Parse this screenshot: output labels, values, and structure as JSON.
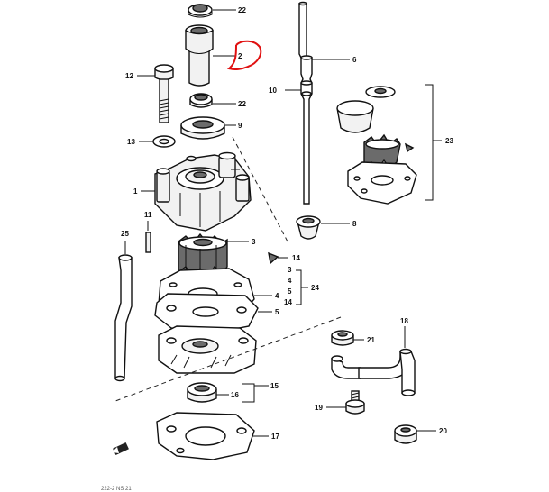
{
  "labels": {
    "p1": "1",
    "p2": "2",
    "p3": "3",
    "p3b": "3",
    "p4": "4",
    "p4b": "4",
    "p5": "5",
    "p5b": "5",
    "p6": "6",
    "p8": "8",
    "p9": "9",
    "p10": "10",
    "p11": "11",
    "p12": "12",
    "p13": "13",
    "p14": "14",
    "p14b": "14",
    "p15": "15",
    "p16": "16",
    "p17": "17",
    "p18": "18",
    "p19": "19",
    "p20": "20",
    "p21": "21",
    "p22a": "22",
    "p22b": "22",
    "p23": "23",
    "p24": "24",
    "p25": "25"
  },
  "footer_code": "222-2 NS 21",
  "highlight_color": "#e01010"
}
